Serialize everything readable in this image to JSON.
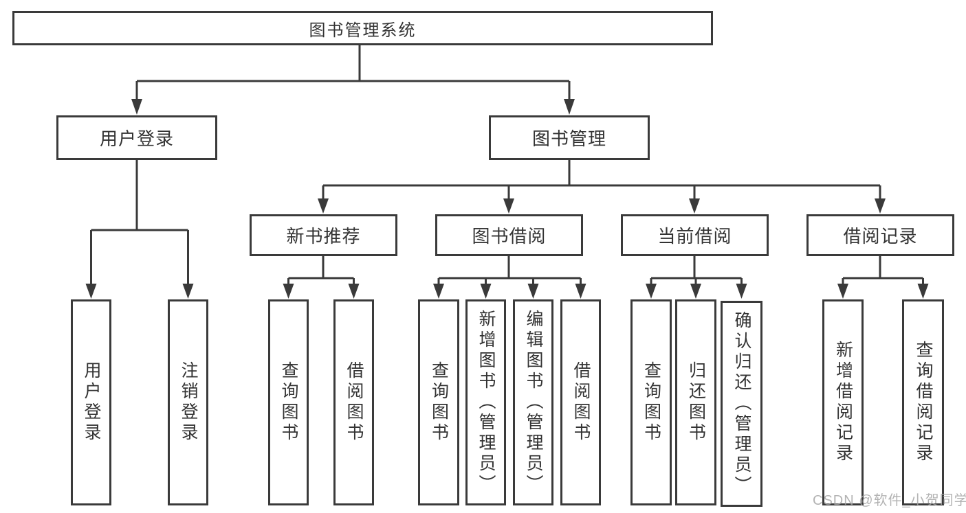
{
  "tree": {
    "label": "图书管理系统",
    "children": [
      {
        "label": "用户登录",
        "children": [
          {
            "label": "用户登录"
          },
          {
            "label": "注销登录"
          }
        ]
      },
      {
        "label": "图书管理",
        "children": [
          {
            "label": "新书推荐",
            "children": [
              {
                "label": "查询图书"
              },
              {
                "label": "借阅图书"
              }
            ]
          },
          {
            "label": "图书借阅",
            "children": [
              {
                "label": "查询图书"
              },
              {
                "label": "新增图书（管理员）"
              },
              {
                "label": "编辑图书（管理员）"
              },
              {
                "label": "借阅图书"
              }
            ]
          },
          {
            "label": "当前借阅",
            "children": [
              {
                "label": "查询图书"
              },
              {
                "label": "归还图书"
              },
              {
                "label": "确认归还（管理员）"
              }
            ]
          },
          {
            "label": "借阅记录",
            "children": [
              {
                "label": "新增借阅记录"
              },
              {
                "label": "查询借阅记录"
              }
            ]
          }
        ]
      }
    ]
  },
  "watermark": "CSDN @软件_小贺同学",
  "colors": {
    "line": "#3a3a3a",
    "box_bg": "#ffffff",
    "text": "#333333",
    "watermark": "#a6a6a6"
  }
}
